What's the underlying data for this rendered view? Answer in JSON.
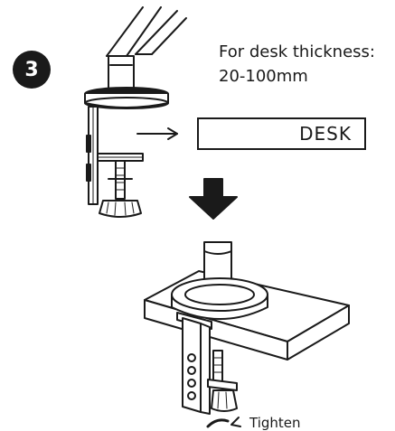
{
  "step": {
    "number": "3"
  },
  "thickness_note": {
    "line1": "For desk thickness:",
    "line2": "20-100mm"
  },
  "desk_label": "DESK",
  "tighten_label": "Tighten",
  "colors": {
    "ink": "#1a1a1a",
    "paper": "#ffffff"
  }
}
